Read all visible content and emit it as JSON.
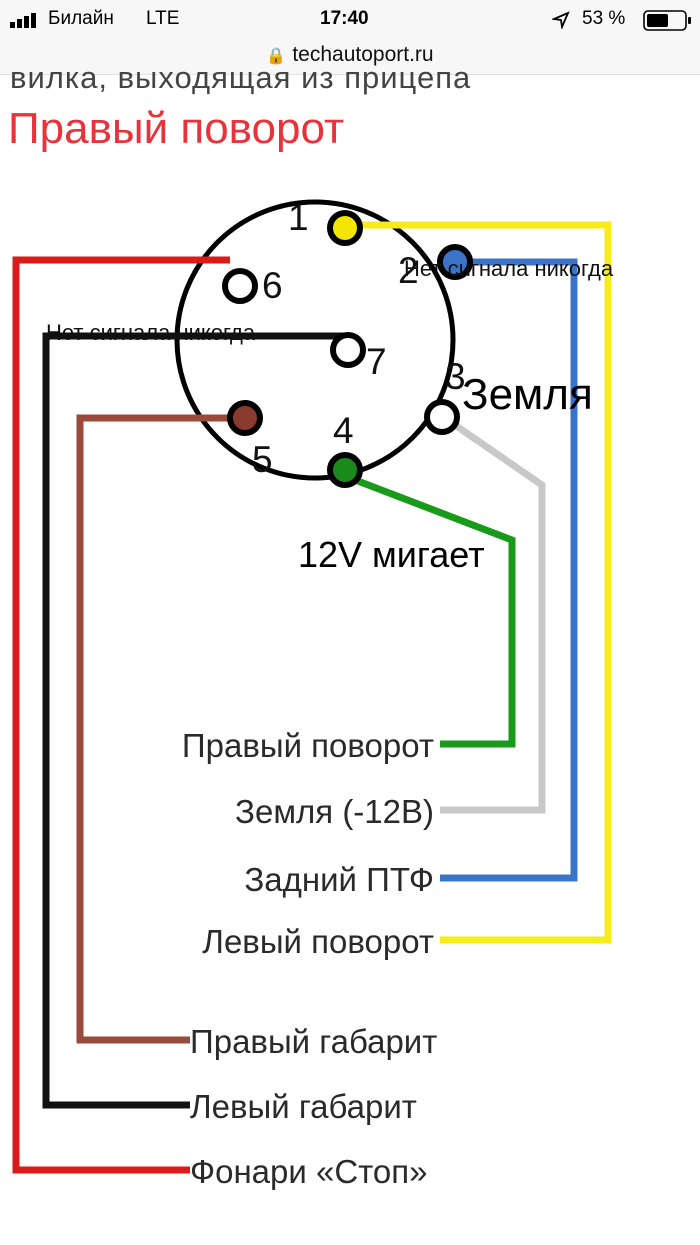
{
  "status_bar": {
    "carrier": "Билайн",
    "network": "LTE",
    "time": "17:40",
    "battery": "53 %"
  },
  "browser": {
    "url": "techautoport.ru"
  },
  "page": {
    "cut_heading": "вилка, выходящая из прицепа",
    "title": "Правый поворот",
    "colors": {
      "title": "#e8323c"
    }
  },
  "diagram": {
    "pins": [
      {
        "num": "1",
        "color": "#f2e600"
      },
      {
        "num": "2",
        "color": "#3a74c9"
      },
      {
        "num": "3",
        "color": "#ffffff"
      },
      {
        "num": "4",
        "color": "#1a8a1a"
      },
      {
        "num": "5",
        "color": "#8b3a2e"
      },
      {
        "num": "6",
        "color": "#ffffff"
      },
      {
        "num": "7",
        "color": "#ffffff"
      }
    ],
    "annotations": {
      "pin2": "Нет сигнала никогда",
      "pin7": "Нет сигнала никогда",
      "pin3": "Земля",
      "pin4": "12V мигает"
    },
    "wires": [
      {
        "label": "Правый поворот",
        "color": "#1a9a1a"
      },
      {
        "label": "Земля (-12В)",
        "color": "#c8c8c8"
      },
      {
        "label": "Задний ПТФ",
        "color": "#3a74c9"
      },
      {
        "label": "Левый поворот",
        "color": "#f5ec1a"
      },
      {
        "label": "Правый габарит",
        "color": "#9a4a3a"
      },
      {
        "label": "Левый габарит",
        "color": "#111111"
      },
      {
        "label": "Фонари «Стоп»",
        "color": "#dd1a1a"
      }
    ]
  }
}
